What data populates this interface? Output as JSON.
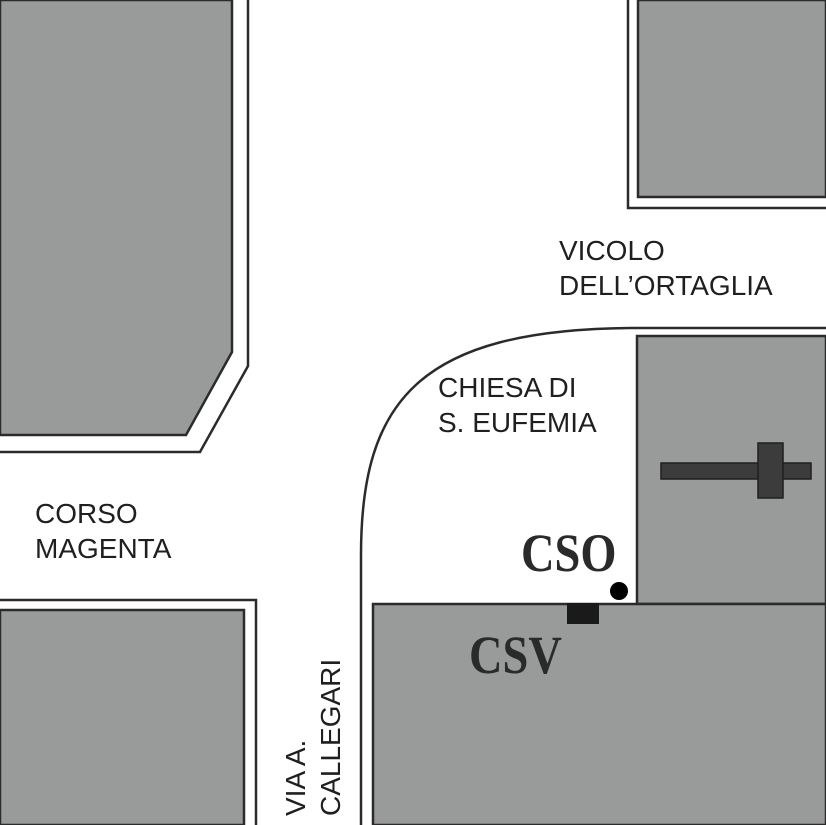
{
  "map": {
    "colors": {
      "background": "#ffffff",
      "building": "#999a9a",
      "outline": "#2b2b2b",
      "marker": "#000000"
    },
    "streets": {
      "corso_magenta": {
        "line1": "CORSO",
        "line2": "MAGENTA"
      },
      "vicolo_ortaglia": {
        "line1": "VICOLO",
        "line2": "DELL’ORTAGLIA"
      },
      "via_callegari": {
        "line1": "VIA A.",
        "line2": "CALLEGARI"
      }
    },
    "landmarks": {
      "church": {
        "line1": "CHIESA DI",
        "line2": "S. EUFEMIA",
        "symbol": "cross-icon"
      }
    },
    "markers": {
      "cso": {
        "label": "CSO",
        "symbol": "circle-marker"
      },
      "csv": {
        "label": "CSV",
        "symbol": "square-marker"
      }
    }
  }
}
